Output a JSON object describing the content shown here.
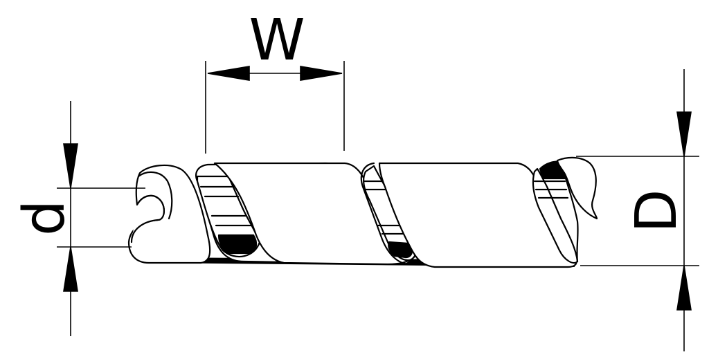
{
  "diagram": {
    "title": "",
    "colors": {
      "line": "#000000",
      "background": "#ffffff"
    },
    "dimensions": {
      "width_label": "W",
      "inner_diameter_label": "d",
      "outer_diameter_label": "D"
    }
  }
}
